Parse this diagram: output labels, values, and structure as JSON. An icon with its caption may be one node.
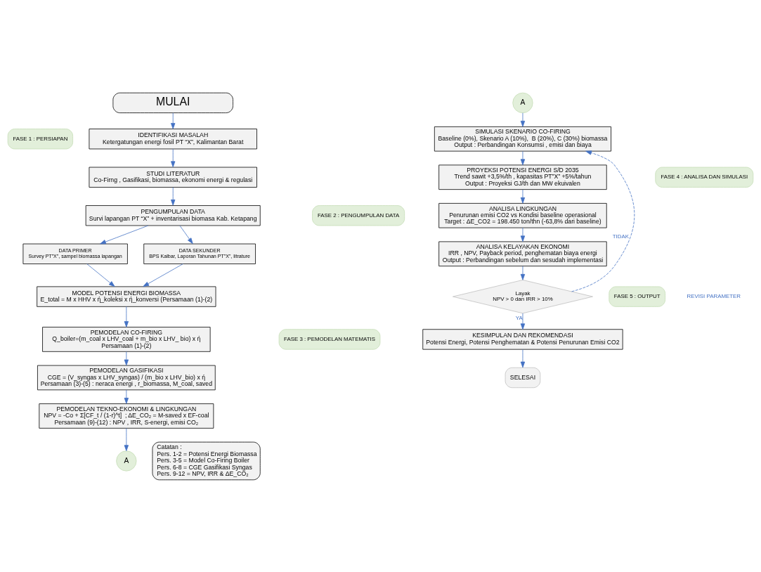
{
  "diagram": {
    "nodes": [
      {
        "text": [
          "FASE 1 : PERSIAPAN"
        ]
      },
      {
        "text": [
          "MULAI"
        ]
      },
      {
        "text": [
          "IDENTIFIKASI MASALAH",
          "Ketergatungan energi fosil PT “X”, Kalimantan Barat"
        ]
      },
      {
        "text": [
          "FASE 2 : PENGUMPULAN DATA"
        ]
      },
      {
        "text": [
          "STUDI LITERATUR",
          "Co-Firng , Gasifikasi, biomassa, ekonomi energi & regulasi"
        ]
      },
      {
        "text": [
          "PENGUMPULAN DATA",
          "Survi lapangan PT “X” + inventarisasi biomasa Kab. Ketapang"
        ]
      },
      {
        "text": [
          "DATA PRIMER",
          "Survey PT”X”, sampel biomassa lapangan"
        ]
      },
      {
        "text": [
          "DATA SEKUNDER",
          "BPS Kalbar, Laporan Tahunan PT”X”, litrature"
        ]
      },
      {
        "text": [
          "FASE 3 : PEMODELAN MATEMATIS"
        ]
      },
      {
        "text": [
          "MODEL POTENSI ENERGI BIOMASSA",
          "E_total = M x HHV x ή_koleksi x ή_konversi (Persamaan (1)-(2)"
        ]
      },
      {
        "text": [
          "PEMODELAN CO-FIRING",
          "Q_boiler=(m_coal x LHV_coal + m_bio x LHV_ bio) x ή",
          "Persamaan (1)-(2)"
        ]
      },
      {
        "text": [
          "PEMODELAN GASIFIKASI",
          "CGE = (V_syngas x LHV_syngas) / (m_bio x LHV_bio) x ή",
          "Persamaan (3)-(5) : neraca energi , r_biomassa, M_coal, saved"
        ]
      },
      {
        "text": [
          "PEMODELAN TEKNO-EKONOMI & LINGKUNGAN",
          "NPV = -Co + Σ[CF_t / (1-r)^t]  ; ΔE_CO₂ = M-saved x EF-coal",
          "Persamaan (9)-(12) : NPV , IRR, S-energi, emisi CO₂"
        ]
      },
      {
        "text": [
          "A"
        ]
      },
      {
        "text": [
          "A"
        ]
      },
      {
        "text": [
          "FASE 4 : ANALISA DAN SIMULASI"
        ]
      },
      {
        "text": [
          "SIMULASI SKENARIO CO-FIRING",
          "Baseline (0%), Skenario A (10%),  B (20%), C (30%) biomassa",
          "Output : Perbandingan Konsumsi , emisi dan biaya"
        ]
      },
      {
        "text": [
          "PROYEKSI POTENSI ENERGI S/D 2035",
          "Trend sawit +3,5%/th , kapasitas PT”X” +5%/tahun",
          "Output : Proyeksi GJ/th dan MW ekuivalen"
        ]
      },
      {
        "text": [
          "ANALISA LINGKUNGAN",
          "Penurunan emisi CO2 vs Kondisi baseline operasional",
          "Target : ΔE_CO2 = 198.450 ton/thn (-63,8% dari baseline)"
        ]
      },
      {
        "text": [
          "ANALISA KELAYAKAN EKONOMI",
          "IRR , NPV, Payback period, penghematan biaya energi",
          "Output : Perbandingan sebelum dan sesudah implementasi"
        ]
      },
      {
        "text": [
          "FASE 5 : OUTPUT"
        ]
      },
      {
        "text": [
          "Layak",
          "NPV > 0 dan IRR > 10%"
        ]
      },
      {
        "text": [
          "KESIMPULAN DAN REKOMENDASI",
          "Potensi Energi, Potensi Penghematan & Potensi Penurunan Emisi CO2"
        ]
      },
      {
        "text": [
          "SELESAI"
        ]
      },
      {
        "text": [
          "Catatan :",
          "Pers. 1-2 = Potensi Energi Biomassa",
          "Pers. 3-5 = Model Co-Firing Boiler",
          "Pers. 6-8 = CGE Gasifikasi Syngas",
          "Pers. 9-12 = NPV, IRR & ΔE_CO₂"
        ]
      }
    ],
    "edges": [
      {
        "from": 1,
        "to": 2,
        "arrow": "to"
      },
      {
        "from": 2,
        "to": 4,
        "arrow": "to"
      },
      {
        "from": 4,
        "to": 5,
        "arrow": "to"
      },
      {
        "from": 5,
        "to": 6,
        "arrow": "to"
      },
      {
        "from": 5,
        "to": 7,
        "arrow": "to"
      },
      {
        "from": 6,
        "to": 9,
        "arrow": "to"
      },
      {
        "from": 7,
        "to": 9,
        "arrow": "to"
      },
      {
        "from": 9,
        "to": 10,
        "arrow": "to"
      },
      {
        "from": 10,
        "to": 11,
        "arrow": "to"
      },
      {
        "from": 11,
        "to": 12,
        "arrow": "to"
      },
      {
        "from": 12,
        "to": 13,
        "arrow": "to"
      },
      {
        "from": 14,
        "to": 16,
        "arrow": "to"
      },
      {
        "from": 16,
        "to": 17,
        "arrow": "to"
      },
      {
        "from": 17,
        "to": 18,
        "arrow": "to"
      },
      {
        "from": 18,
        "to": 19,
        "arrow": "to"
      },
      {
        "from": 19,
        "to": 21,
        "arrow": "to"
      },
      {
        "from": 21,
        "to": 16,
        "arrow": "to",
        "label": "TIDAK",
        "style": "dashed"
      },
      {
        "from": 21,
        "to": 22,
        "arrow": "to",
        "label": "YA"
      },
      {
        "from": 22,
        "to": 23,
        "arrow": "to"
      }
    ],
    "labels": [
      "REVISI PARAMETER"
    ]
  }
}
